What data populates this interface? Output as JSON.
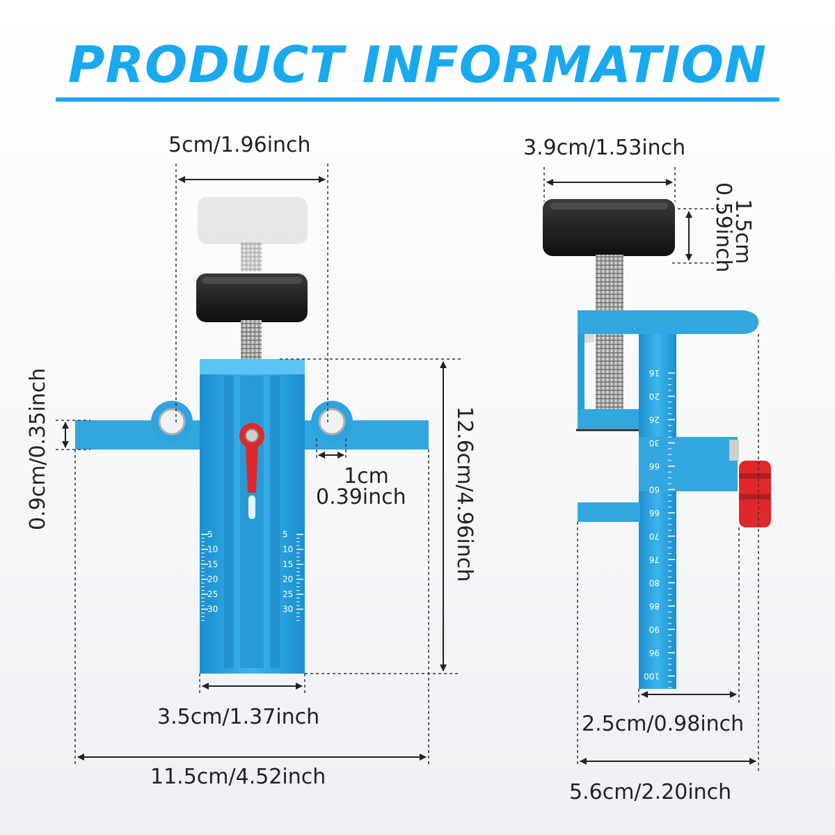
{
  "title": "PRODUCT INFORMATION",
  "colors": {
    "accent": "#1aa9ee",
    "tool_blue": "#2ea3dd",
    "knob": "#1c1c1c",
    "lever": "#e0282a"
  },
  "front_view": {
    "dims": {
      "top_width": "5cm/1.96inch",
      "bar_thickness": "0.9cm/0.35inch",
      "hole_offset_cm": "1cm",
      "hole_offset_inch": "0.39inch",
      "height": "12.6cm/4.96inch",
      "body_width": "3.5cm/1.37inch",
      "total_width": "11.5cm/4.52inch"
    },
    "scale_ticks": [
      "5",
      "10",
      "15",
      "20",
      "25",
      "30"
    ]
  },
  "side_view": {
    "dims": {
      "clamp_width": "3.9cm/1.53inch",
      "knob_height_cm": "1.5cm",
      "knob_height_inch": "0.59inch",
      "arm_width": "2.5cm/0.98inch",
      "total_depth": "5.6cm/2.20inch"
    },
    "scale_ticks": [
      "16",
      "20",
      "26",
      "30",
      "66",
      "60",
      "66",
      "70",
      "76",
      "80",
      "86",
      "90",
      "96",
      "100"
    ]
  }
}
